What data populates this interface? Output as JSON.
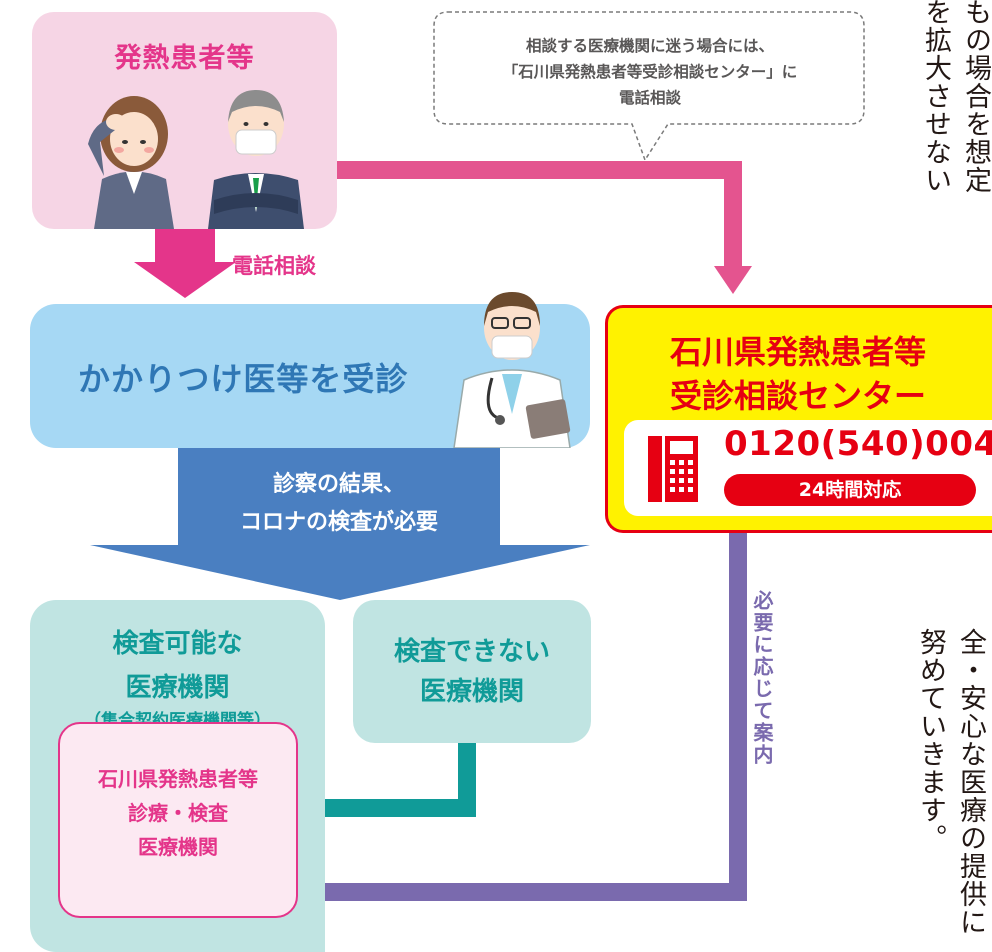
{
  "patients": {
    "title": "発熱患者等"
  },
  "phone_consult": {
    "label": "電話相談"
  },
  "bubble": {
    "line1": "相談する医療機関に迷う場合には、",
    "line2": "「石川県発熱患者等受診相談センター」に",
    "line3": "電話相談"
  },
  "margin_text_top": {
    "col1": "もの場合を想定",
    "col2": "を拡大させない"
  },
  "family_doctor": {
    "title": "かかりつけ医等を受診"
  },
  "result": {
    "line1": "診察の結果、",
    "line2": "コロナの検査が必要"
  },
  "center": {
    "title_line1": "石川県発熱患者等",
    "title_line2": "受診相談センター",
    "tel": "0120(540)004",
    "hours": "24時間対応"
  },
  "guidance": {
    "label": "必要に応じて案内"
  },
  "testing_capable": {
    "title_line1": "検査可能な",
    "title_line2": "医療機関",
    "subtitle": "（集合契約医療機関等）"
  },
  "designated": {
    "line1": "石川県発熱患者等",
    "line2": "診療・検査",
    "line3": "医療機関"
  },
  "testing_not_capable": {
    "title_line1": "検査できない",
    "title_line2": "医療機関"
  },
  "margin_text_bottom": {
    "col1": "全・安心な医療の提供に",
    "col2": "努めていきます。"
  },
  "colors": {
    "pink": "#e4358a",
    "teal": "#109b98",
    "purple": "#7a6aae",
    "blue": "#4a7fc1",
    "red": "#e60012",
    "yellow": "#fff200"
  }
}
